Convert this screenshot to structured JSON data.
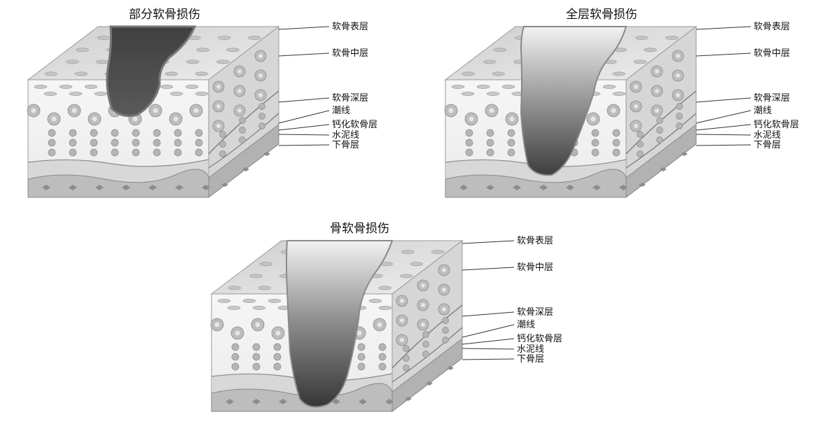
{
  "panels": [
    {
      "id": "partial",
      "title": "部分软骨损伤",
      "defect": "partial-thickness"
    },
    {
      "id": "full",
      "title": "全层软骨损伤",
      "defect": "full-thickness"
    },
    {
      "id": "osteo",
      "title": "骨软骨损伤",
      "defect": "osteochondral"
    }
  ],
  "layer_labels": {
    "surface": "软骨表层",
    "middle": "软骨中层",
    "deep": "软骨深层",
    "tidemark": "潮线",
    "calcified": "钙化软骨层",
    "cement": "水泥线",
    "subchondral": "下骨层"
  },
  "colors": {
    "cartilage_top": "#dcdcdc",
    "cartilage_front": "#ebebeb",
    "cartilage_side": "#d6d6d6",
    "calcified": "#c9c9c9",
    "bone": "#bdbdbd",
    "defect_dark": "#4a4a4a",
    "defect_light": "#f2f2f2",
    "cell": "#9a9a9a",
    "leader_line": "#333333"
  }
}
